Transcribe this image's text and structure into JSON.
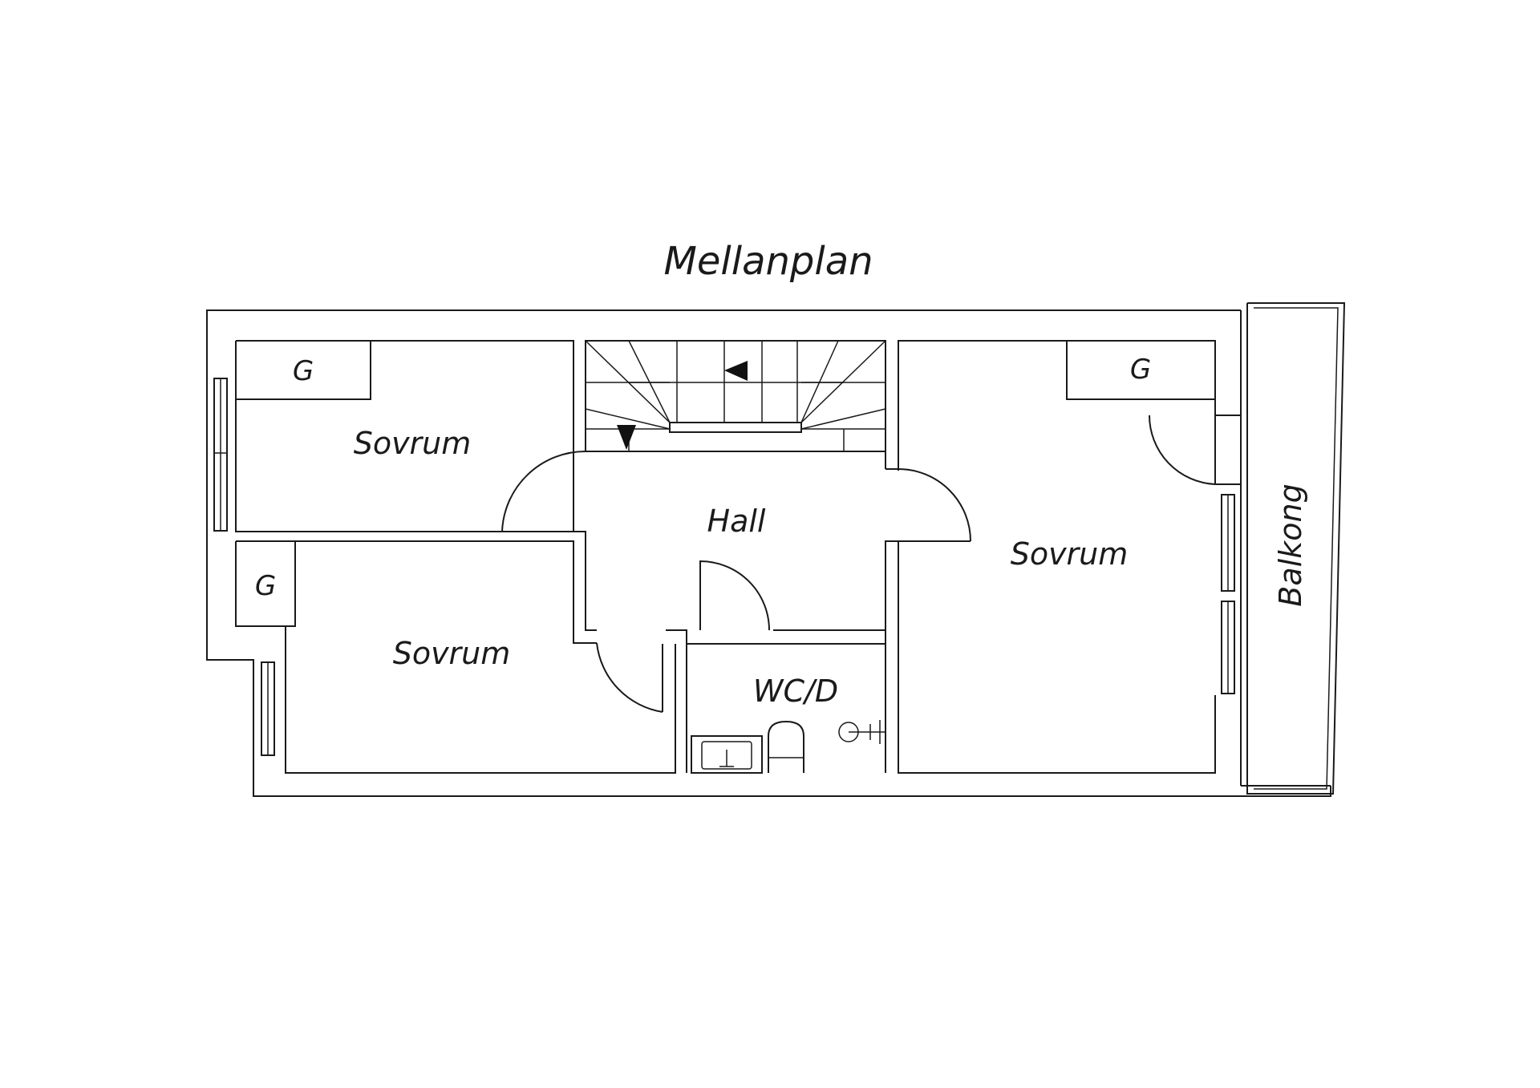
{
  "title": "Mellanplan",
  "rooms": {
    "bedroom_top_left": "Sovrum",
    "bedroom_bottom_left": "Sovrum",
    "bedroom_right": "Sovrum",
    "hall": "Hall",
    "wc": "WC/D",
    "balcony": "Balkong"
  },
  "closets": {
    "top_left": "G",
    "bottom_left": "G",
    "right": "G"
  }
}
